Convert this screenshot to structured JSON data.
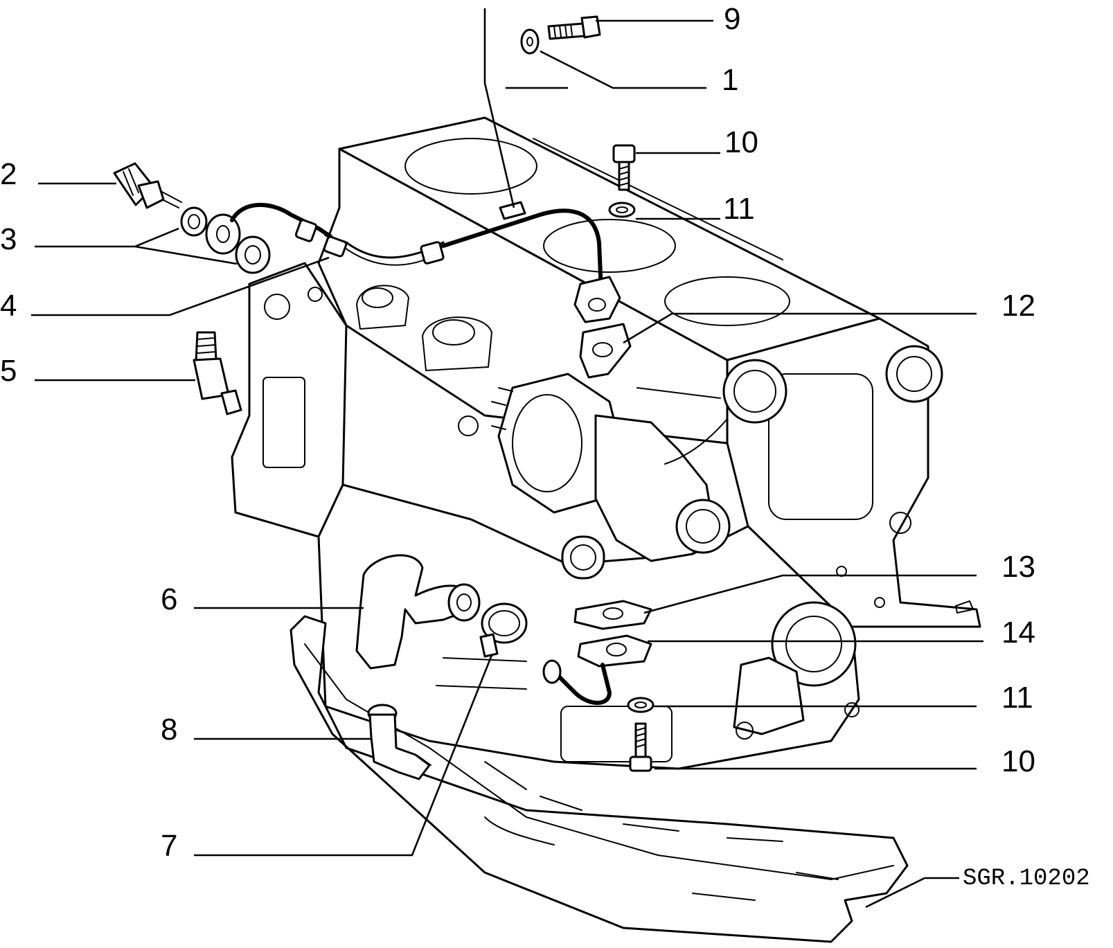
{
  "labels": [
    {
      "id": "p9",
      "text": "9"
    },
    {
      "id": "p1",
      "text": "1"
    },
    {
      "id": "p10a",
      "text": "10"
    },
    {
      "id": "p2",
      "text": "2"
    },
    {
      "id": "p11a",
      "text": "11"
    },
    {
      "id": "p3",
      "text": "3"
    },
    {
      "id": "p4",
      "text": "4"
    },
    {
      "id": "p12",
      "text": "12"
    },
    {
      "id": "p5",
      "text": "5"
    },
    {
      "id": "p13",
      "text": "13"
    },
    {
      "id": "p6",
      "text": "6"
    },
    {
      "id": "p14",
      "text": "14"
    },
    {
      "id": "p11b",
      "text": "11"
    },
    {
      "id": "p8",
      "text": "8"
    },
    {
      "id": "p10b",
      "text": "10"
    },
    {
      "id": "p7",
      "text": "7"
    }
  ],
  "reference": "SGR.10202"
}
